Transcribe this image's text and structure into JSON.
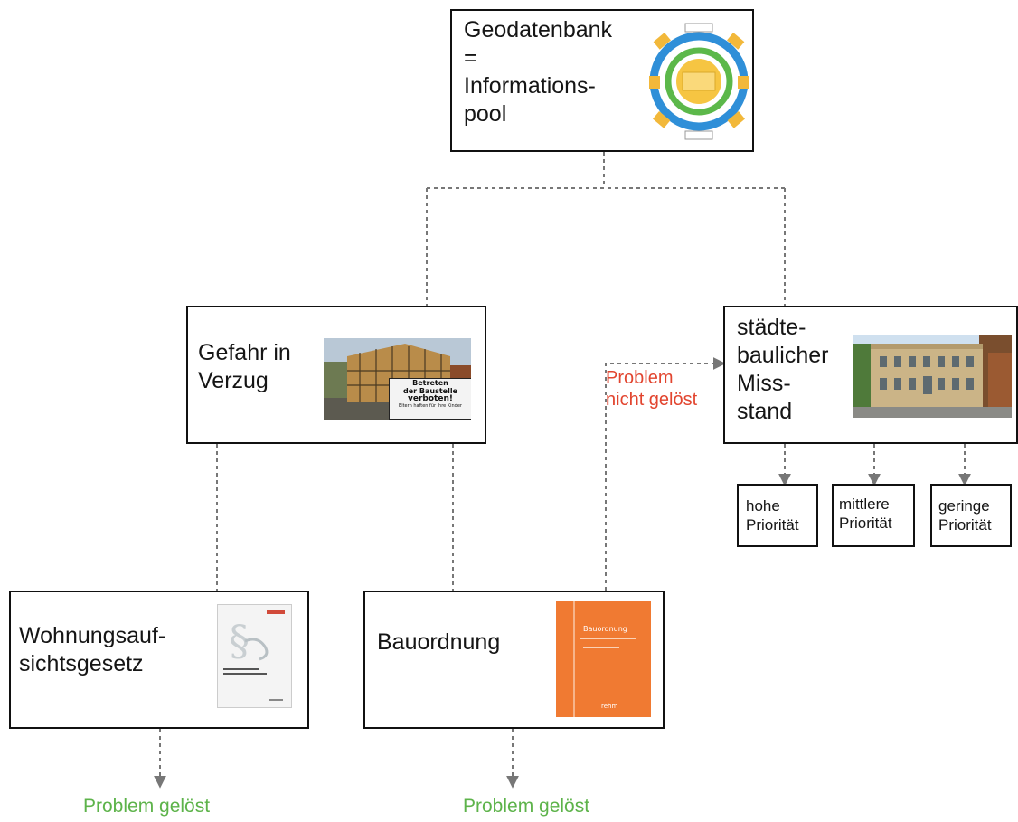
{
  "nodes": {
    "geodatenbank": {
      "label": "Geodatenbank\n=\nInformations-\npool"
    },
    "gefahr": {
      "label": "Gefahr in\nVerzug"
    },
    "missstand": {
      "label": "städte-\nbaulicher\nMiss-\nstand"
    },
    "wohnung": {
      "label": "Wohnungsauf-\nsichtsgesetz"
    },
    "bauordnung": {
      "label": "Bauordnung"
    }
  },
  "images": {
    "house_sign": {
      "line1": "Betreten",
      "line2": "der Baustelle",
      "line3": "verboten!",
      "line4": "Eltern haften für ihre Kinder"
    },
    "book_title": "Bauordnung",
    "book_publisher": "rehm"
  },
  "priorities": [
    {
      "label": "hohe\nPriorität"
    },
    {
      "label": "mittlere\nPriorität"
    },
    {
      "label": "geringe\nPriorität"
    }
  ],
  "outcomes": {
    "solved_left": "Problem gelöst",
    "solved_middle": "Problem gelöst",
    "not_solved": "Problem\nnicht gelöst"
  },
  "colors": {
    "solved": "#5db34a",
    "not_solved": "#e2452f",
    "connector": "#777777",
    "book_orange": "#f07a32"
  }
}
